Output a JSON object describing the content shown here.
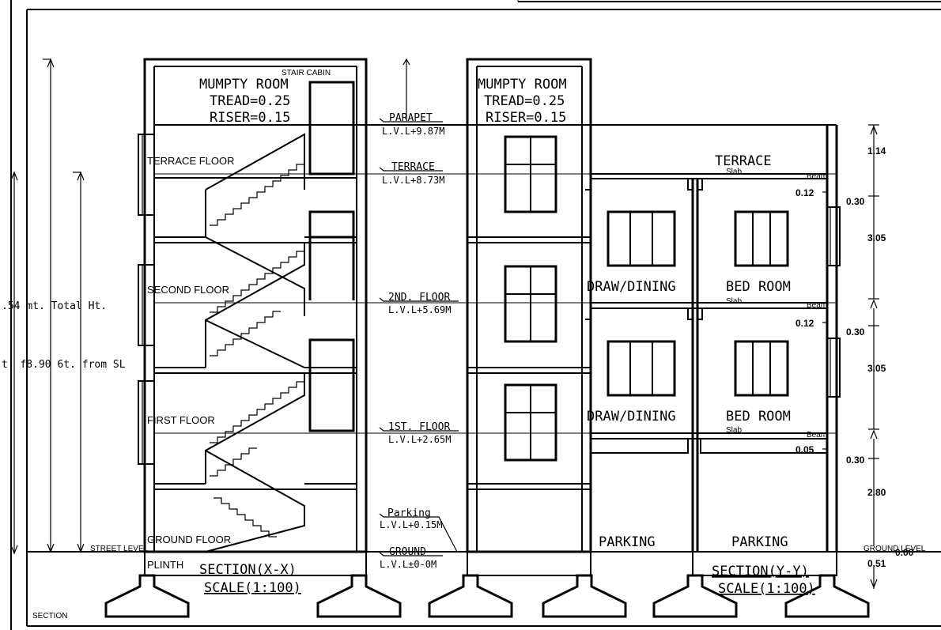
{
  "section_xx": {
    "stair_cabin": "STAIR CABIN",
    "mumpty_room": "MUMPTY ROOM",
    "tread": "TREAD=0.25",
    "riser": "RISER=0.15",
    "floors": [
      "TERRACE FLOOR",
      "SECOND FLOOR",
      "FIRST FLOOR",
      "GROUND FLOOR"
    ],
    "street_level": "STREET LEVEL",
    "plinth": "PLINTH",
    "title": "SECTION(X-X)",
    "scale": "SCALE(1:100)"
  },
  "levels": {
    "parapet": "PARAPET",
    "parapet_lvl": "L.V.L+9.87M",
    "terrace": "TERRACE",
    "terrace_lvl": "L.V.L+8.73M",
    "second": "2ND. FLOOR",
    "second_lvl": "L.V.L+5.69M",
    "first": "1ST. FLOOR",
    "first_lvl": "L.V.L+2.65M",
    "parking": "Parking",
    "parking_lvl": "L.V.L+0.15M",
    "ground": "GROUND",
    "ground_lvl": "L.V.L±0-0M"
  },
  "section_yy": {
    "mumpty_room": "MUMPTY ROOM",
    "tread": "TREAD=0.25",
    "riser": "RISER=0.15",
    "terrace": "TERRACE",
    "slab": "Slab",
    "beam": "Beam",
    "draw_dining": "DRAW/DINING",
    "bed_room": "BED ROOM",
    "parking": "PARKING",
    "ground_level": "GROUND LEVEL",
    "title": "SECTION(Y-Y)",
    "scale": "SCALE(1:100)"
  },
  "dimensions": {
    "d114": "1.14",
    "d012a": "0.12",
    "d030a": "0.30",
    "d305a": "3.05",
    "d012b": "0.12",
    "d030b": "0.30",
    "d305b": "3.05",
    "d005": "0.05",
    "d030c": "0.30",
    "d280": "2.80",
    "d000": "0.00",
    "d051": "0.51"
  },
  "left_notes": {
    "total_ht": ".54 mt. Total Ht.",
    "from_sl": "t. f8.90 6t. from SL"
  },
  "footer": {
    "section_label": "SECTION"
  }
}
